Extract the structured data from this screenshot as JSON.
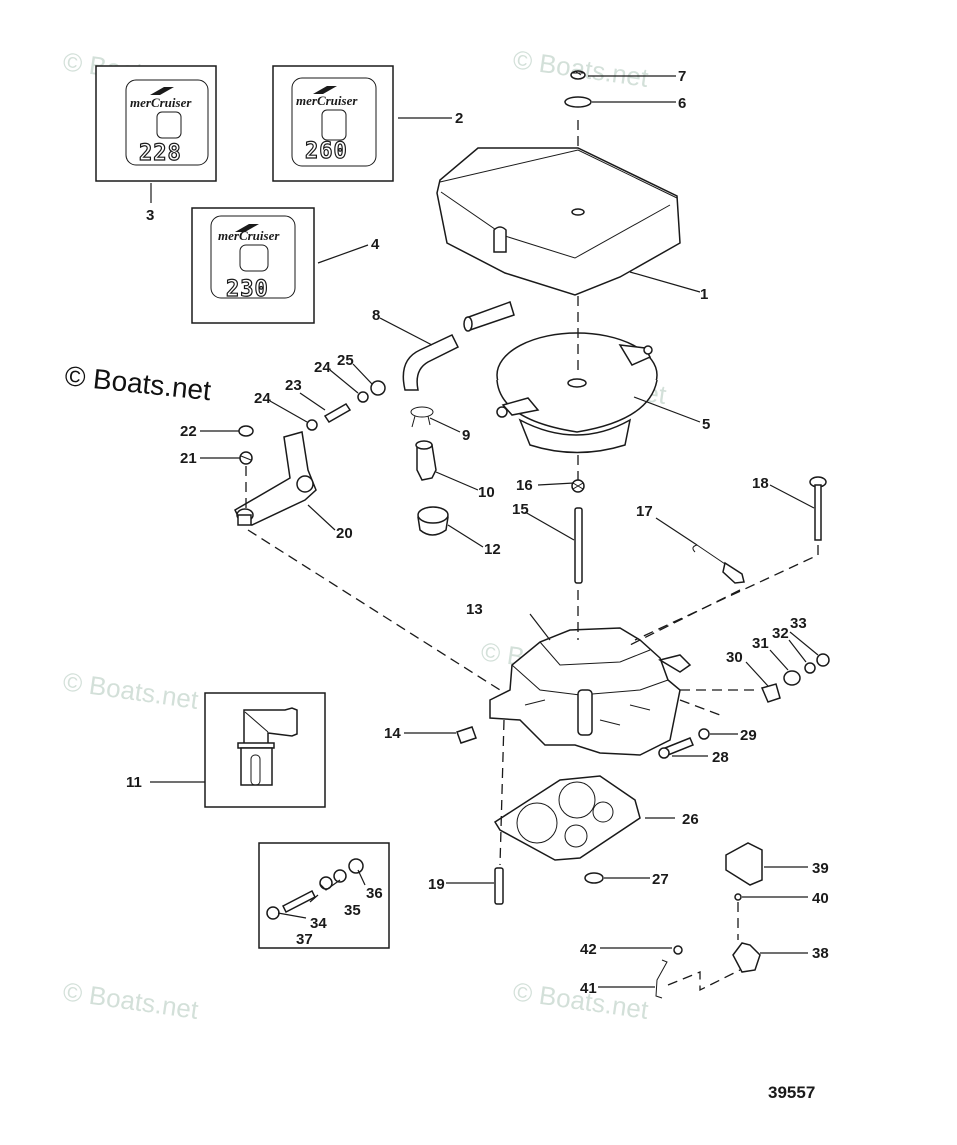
{
  "diagram": {
    "title": "MerCruiser carburetor and flame arrestor exploded parts diagram",
    "figure_number": "39557",
    "watermark_text": "© Boats.net",
    "decals": [
      {
        "ref": "3",
        "brand": "merCruiser",
        "model": "228"
      },
      {
        "ref": "2",
        "brand": "merCruiser",
        "model": "260"
      },
      {
        "ref": "4",
        "brand": "merCruiser",
        "model": "230"
      }
    ],
    "callouts": [
      {
        "id": "1",
        "part": "flame-arrestor-cover"
      },
      {
        "id": "2",
        "part": "decal-260"
      },
      {
        "id": "3",
        "part": "decal-228"
      },
      {
        "id": "4",
        "part": "decal-230"
      },
      {
        "id": "5",
        "part": "flame-arrestor"
      },
      {
        "id": "6",
        "part": "washer"
      },
      {
        "id": "7",
        "part": "nut"
      },
      {
        "id": "8",
        "part": "hose"
      },
      {
        "id": "9",
        "part": "clamp"
      },
      {
        "id": "10",
        "part": "pcv-valve"
      },
      {
        "id": "11",
        "part": "elbow-fitting"
      },
      {
        "id": "12",
        "part": "grommet"
      },
      {
        "id": "13",
        "part": "carburetor"
      },
      {
        "id": "14",
        "part": "fitting"
      },
      {
        "id": "15",
        "part": "stud"
      },
      {
        "id": "16",
        "part": "nut"
      },
      {
        "id": "17",
        "part": "throttle-rod"
      },
      {
        "id": "18",
        "part": "screw"
      },
      {
        "id": "19",
        "part": "stud"
      },
      {
        "id": "20",
        "part": "bracket"
      },
      {
        "id": "21",
        "part": "nut"
      },
      {
        "id": "22",
        "part": "bushing"
      },
      {
        "id": "23",
        "part": "stud"
      },
      {
        "id": "24",
        "part": "washer"
      },
      {
        "id": "25",
        "part": "nut"
      },
      {
        "id": "26",
        "part": "gasket"
      },
      {
        "id": "27",
        "part": "plug"
      },
      {
        "id": "28",
        "part": "screw"
      },
      {
        "id": "29",
        "part": "washer"
      },
      {
        "id": "30",
        "part": "spacer"
      },
      {
        "id": "31",
        "part": "bushing"
      },
      {
        "id": "32",
        "part": "washer"
      },
      {
        "id": "33",
        "part": "nut"
      },
      {
        "id": "34",
        "part": "stud"
      },
      {
        "id": "35",
        "part": "washer"
      },
      {
        "id": "36",
        "part": "nut"
      },
      {
        "id": "37",
        "part": "nut"
      },
      {
        "id": "38",
        "part": "bracket"
      },
      {
        "id": "39",
        "part": "cap"
      },
      {
        "id": "40",
        "part": "screw"
      },
      {
        "id": "41",
        "part": "clip"
      },
      {
        "id": "42",
        "part": "washer"
      }
    ]
  }
}
